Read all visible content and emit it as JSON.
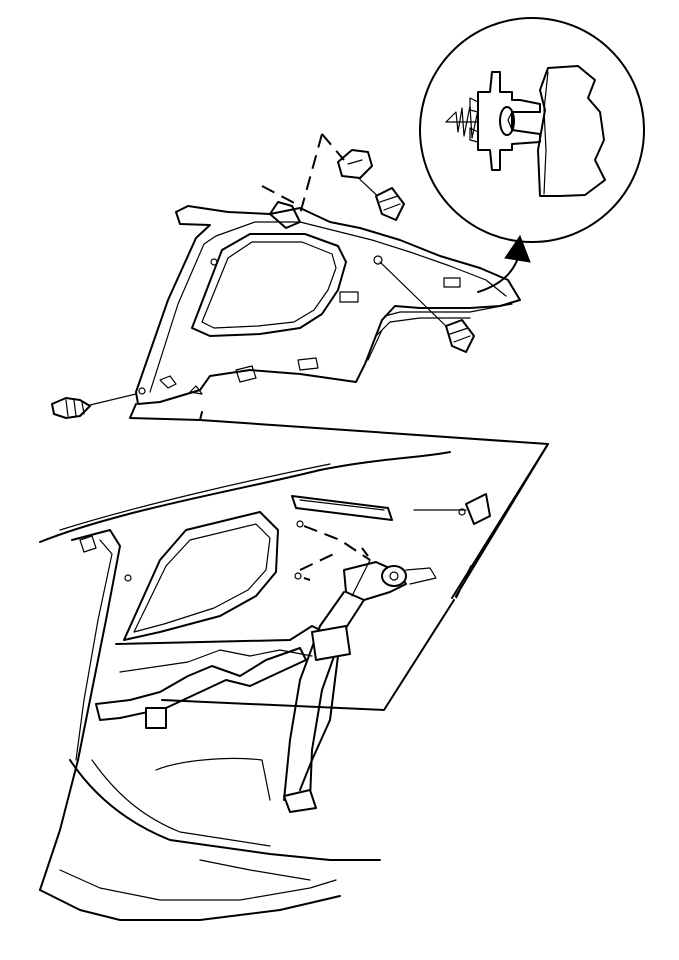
{
  "diagram": {
    "colors": {
      "line": "#000000",
      "background": "#ffffff"
    },
    "components": [
      "quarter-trim-panel",
      "trim-retainer-clip",
      "trim-screw",
      "detail-callout",
      "vehicle-interior-side",
      "seat-belt-retractor",
      "seat-belt-webbing"
    ]
  }
}
